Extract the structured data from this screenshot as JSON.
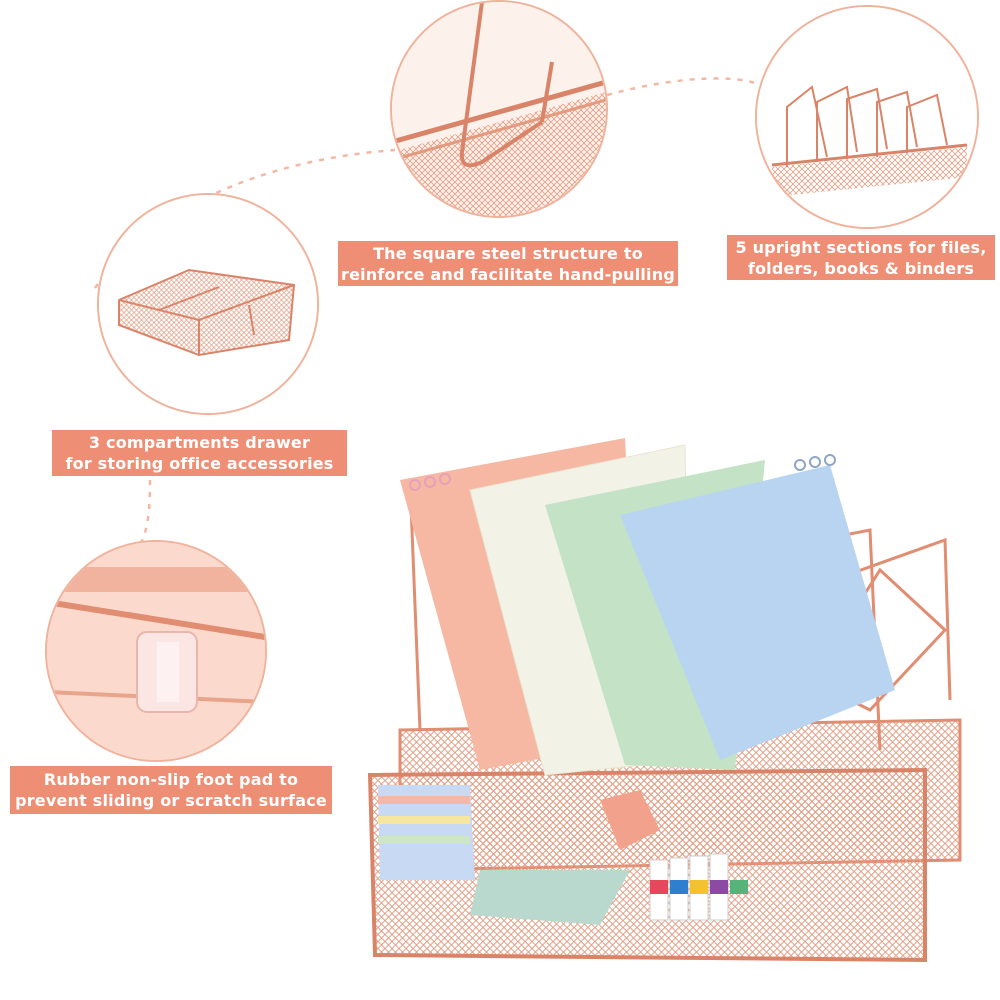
{
  "palette": {
    "accent": "#ee8e74",
    "rose_gold": "#e8957d",
    "circle_border": "#f0b29a",
    "background": "#ffffff"
  },
  "callouts": {
    "steel_structure": {
      "line1": "The square steel structure to",
      "line2": "reinforce and facilitate hand-pulling"
    },
    "upright_sections": {
      "line1": "5 upright sections for files,",
      "line2": "folders, books & binders"
    },
    "drawer": {
      "line1": "3 compartments drawer",
      "line2": "for storing office accessories"
    },
    "foot_pad": {
      "line1": "Rubber non-slip foot pad to",
      "line2": "prevent sliding or scratch surface"
    }
  }
}
